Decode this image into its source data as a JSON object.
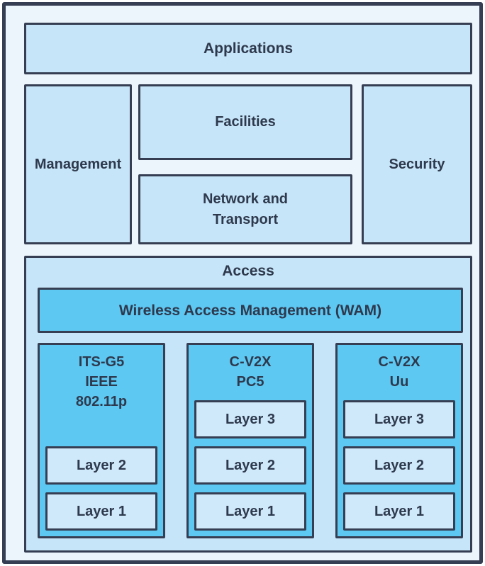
{
  "colors": {
    "border": "#353e52",
    "text": "#2e394d",
    "panel_bg": "#edf5fc",
    "light_box": "#c7e5f8",
    "cyan_box": "#5dc8f2",
    "layer_box": "#cfe9fa"
  },
  "layers": {
    "applications": "Applications",
    "management": "Management",
    "facilities": "Facilities",
    "network_transport": {
      "lines": [
        "Network and",
        "Transport"
      ]
    },
    "security": "Security"
  },
  "access": {
    "label": "Access",
    "wam_label": "Wireless Access Management (WAM)",
    "columns": [
      {
        "title_lines": [
          "ITS-G5",
          "IEEE",
          "802.11p"
        ],
        "layers": [
          "Layer 2",
          "Layer 1"
        ]
      },
      {
        "title_lines": [
          "C-V2X",
          "PC5",
          ""
        ],
        "layers": [
          "Layer 3",
          "Layer 2",
          "Layer 1"
        ]
      },
      {
        "title_lines": [
          "C-V2X",
          "Uu",
          ""
        ],
        "layers": [
          "Layer 3",
          "Layer 2",
          "Layer 1"
        ]
      }
    ]
  }
}
